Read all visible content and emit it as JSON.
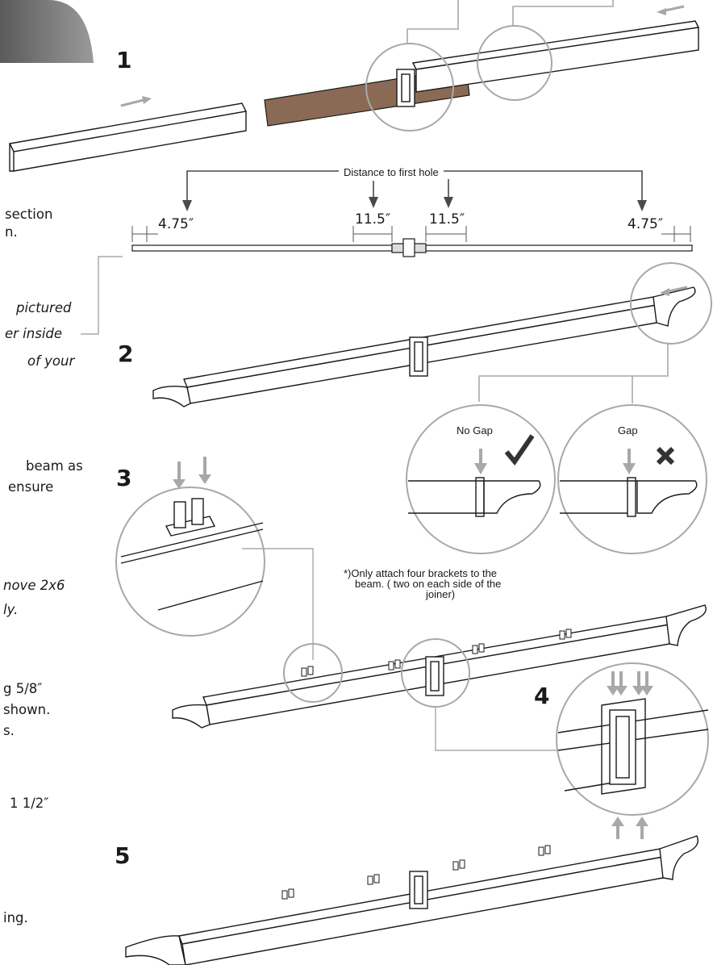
{
  "steps": [
    "1",
    "2",
    "3",
    "4",
    "5"
  ],
  "dimension_callout": {
    "title": "Distance to first hole",
    "labels": [
      "4.75″",
      "11.5″",
      "11.5″",
      "4.75″"
    ]
  },
  "gap_check": {
    "ok_label": "No Gap",
    "bad_label": "Gap"
  },
  "bracket_note": {
    "lines": [
      "*)Only attach four brackets to the",
      "beam. ( two on each side of the",
      "joiner)"
    ]
  },
  "side_text": {
    "lines": [
      "section",
      "n.",
      "pictured",
      "er inside",
      "of your",
      "beam as",
      "ensure",
      "nove 2x6",
      "ly.",
      "g 5/8″",
      "shown.",
      "s.",
      "1 1/2″",
      "ing."
    ]
  },
  "icons": [
    "arrow-icon",
    "checkmark-icon",
    "cross-icon"
  ],
  "colors": {
    "wood": "#8b6a55",
    "tab": "#7a7a7a",
    "ink": "#1a1a1a",
    "arrow": "#a8a8a8"
  }
}
